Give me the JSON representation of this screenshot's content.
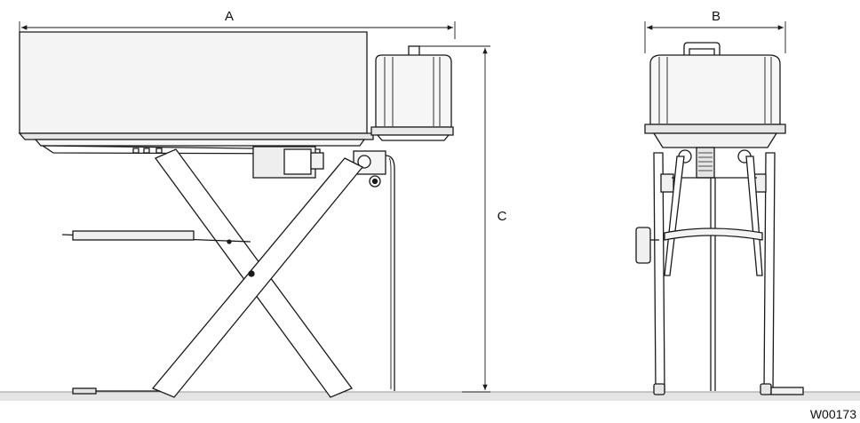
{
  "dimensions": {
    "a_label": "A",
    "b_label": "B",
    "c_label": "C"
  },
  "figure": {
    "reference_code": "W00173"
  },
  "colors": {
    "line": "#1a1a1a",
    "fill_light": "#f2f2f2",
    "fill_mid": "#d9d9d9",
    "floor": "#bdbdbd"
  }
}
